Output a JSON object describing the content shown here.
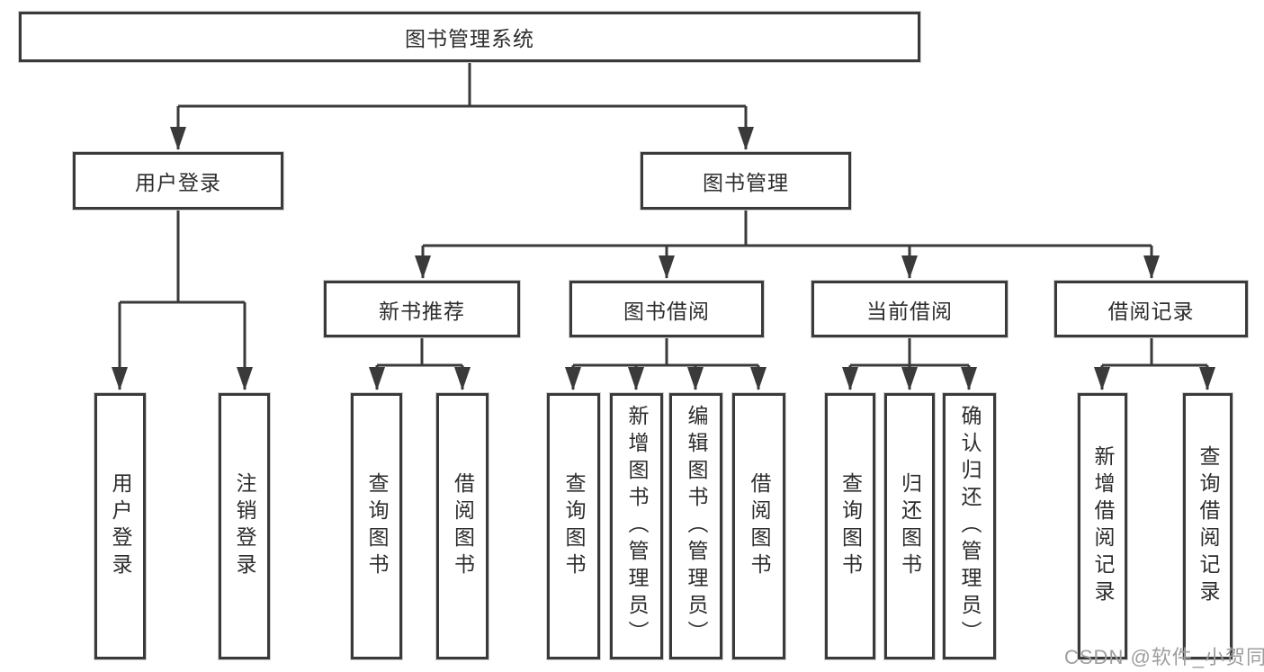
{
  "diagram": {
    "root": {
      "label": "图书管理系统"
    },
    "branches": [
      {
        "label": "用户登录",
        "children": [
          {
            "label": "用户登录"
          },
          {
            "label": "注销登录"
          }
        ]
      },
      {
        "label": "图书管理",
        "children": [
          {
            "label": "新书推荐",
            "children": [
              {
                "label": "查询图书"
              },
              {
                "label": "借阅图书"
              }
            ]
          },
          {
            "label": "图书借阅",
            "children": [
              {
                "label": "查询图书"
              },
              {
                "label": "新增图书（管理员）"
              },
              {
                "label": "编辑图书（管理员）"
              },
              {
                "label": "借阅图书"
              }
            ]
          },
          {
            "label": "当前借阅",
            "children": [
              {
                "label": "查询图书"
              },
              {
                "label": "归还图书"
              },
              {
                "label": "确认归还（管理员）"
              }
            ]
          },
          {
            "label": "借阅记录",
            "children": [
              {
                "label": "新增借阅记录"
              },
              {
                "label": "查询借阅记录"
              }
            ]
          }
        ]
      }
    ]
  },
  "watermark": {
    "text": "CSDN @软件_小贺同学"
  },
  "colors": {
    "line": "#3a3a3a",
    "box_border": "#3a3a3a",
    "box_fill": "#ffffff",
    "text": "#2d2d2d",
    "watermark": "#9e9e9e",
    "background": "#ffffff"
  }
}
